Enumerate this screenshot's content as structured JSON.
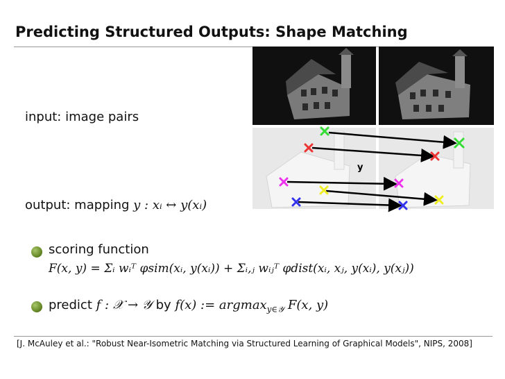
{
  "slide": {
    "title": "Predicting Structured Outputs: Shape Matching",
    "input_label": "input:  image pairs",
    "output_label_prefix": "output:  mapping ",
    "output_label_math": "y : xᵢ ↔ y(xᵢ)",
    "bullets": [
      {
        "text": "scoring function",
        "formula": "F(x, y) = Σᵢ wᵢᵀ φsim(xᵢ, y(xᵢ)) + Σᵢ,ⱼ wᵢⱼᵀ φdist(xᵢ, xⱼ, y(xᵢ), y(xⱼ))"
      },
      {
        "prefix": "predict ",
        "math1": "f : 𝒳 → 𝒴",
        "middle": " by ",
        "math2": "f(x) := argmax",
        "sub": "y∈𝒴",
        "math3": " F(x, y)"
      }
    ],
    "diagram_label": "y",
    "citation": "[J. McAuley et al.: \"Robust Near-Isometric Matching via Structured Learning of Graphical Models\", NIPS, 2008]"
  },
  "colors": {
    "green": "#33dd33",
    "red": "#ee3333",
    "magenta": "#ee33ee",
    "yellow": "#eeee22",
    "blue": "#3333ee",
    "bullet": "#6d8f2c"
  },
  "icons": [
    "house-photo-left",
    "house-photo-right",
    "marker-x",
    "arrow"
  ]
}
